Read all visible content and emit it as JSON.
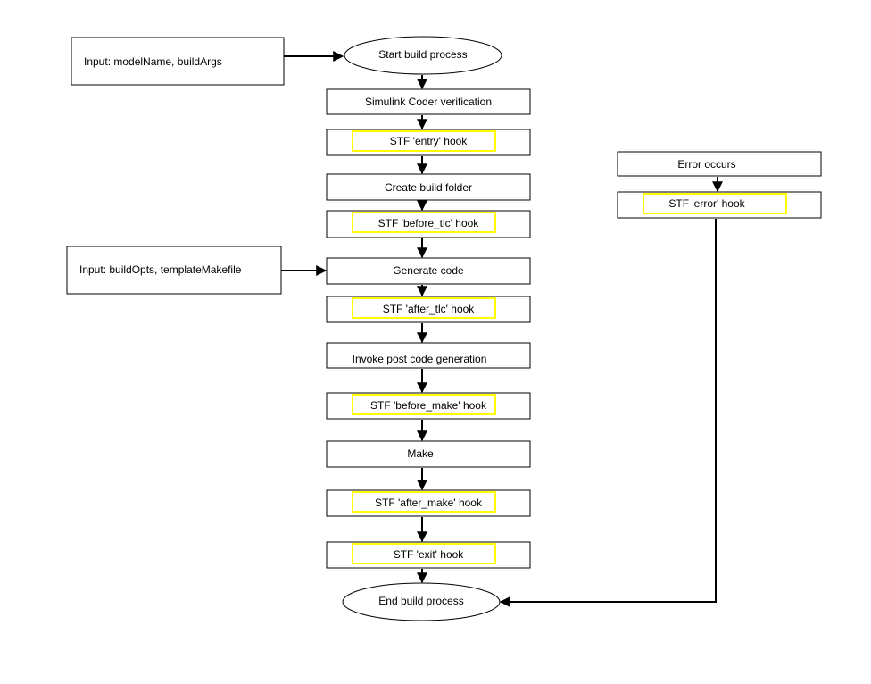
{
  "diagram": {
    "inputs": {
      "model": "Input: modelName, buildArgs",
      "build": "Input: buildOpts, templateMakefile"
    },
    "start": "Start build process",
    "steps": [
      "Simulink Coder verification",
      "STF 'entry' hook",
      "Create build folder",
      "STF 'before_tlc' hook",
      "Generate code",
      "STF 'after_tlc' hook",
      "Invoke post code generation",
      "STF 'before_make' hook",
      "Make",
      "STF 'after_make' hook",
      "STF 'exit' hook"
    ],
    "end": "End build process",
    "error": {
      "occurs": "Error occurs",
      "hook": "STF 'error'  hook"
    },
    "colors": {
      "hook_highlight": "#ffff00",
      "box_border": "#000000"
    }
  }
}
